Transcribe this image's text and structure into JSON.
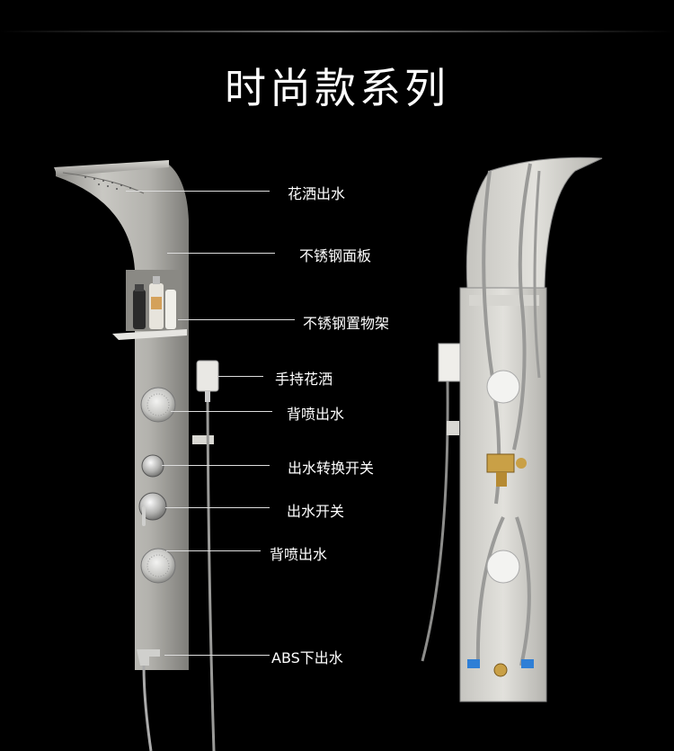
{
  "page": {
    "title": "时尚款系列",
    "background_color": "#000000",
    "panel_color": "#b9b8b3"
  },
  "callouts": [
    {
      "id": "shower-head",
      "label": "花洒出水"
    },
    {
      "id": "panel",
      "label": "不锈钢面板"
    },
    {
      "id": "shelf",
      "label": "不锈钢置物架"
    },
    {
      "id": "hand-shower",
      "label": "手持花洒"
    },
    {
      "id": "back-jet-top",
      "label": "背喷出水"
    },
    {
      "id": "diverter",
      "label": "出水转换开关"
    },
    {
      "id": "water-switch",
      "label": "出水开关"
    },
    {
      "id": "back-jet-bottom",
      "label": "背喷出水"
    },
    {
      "id": "abs-outlet",
      "label": "ABS下出水"
    }
  ]
}
